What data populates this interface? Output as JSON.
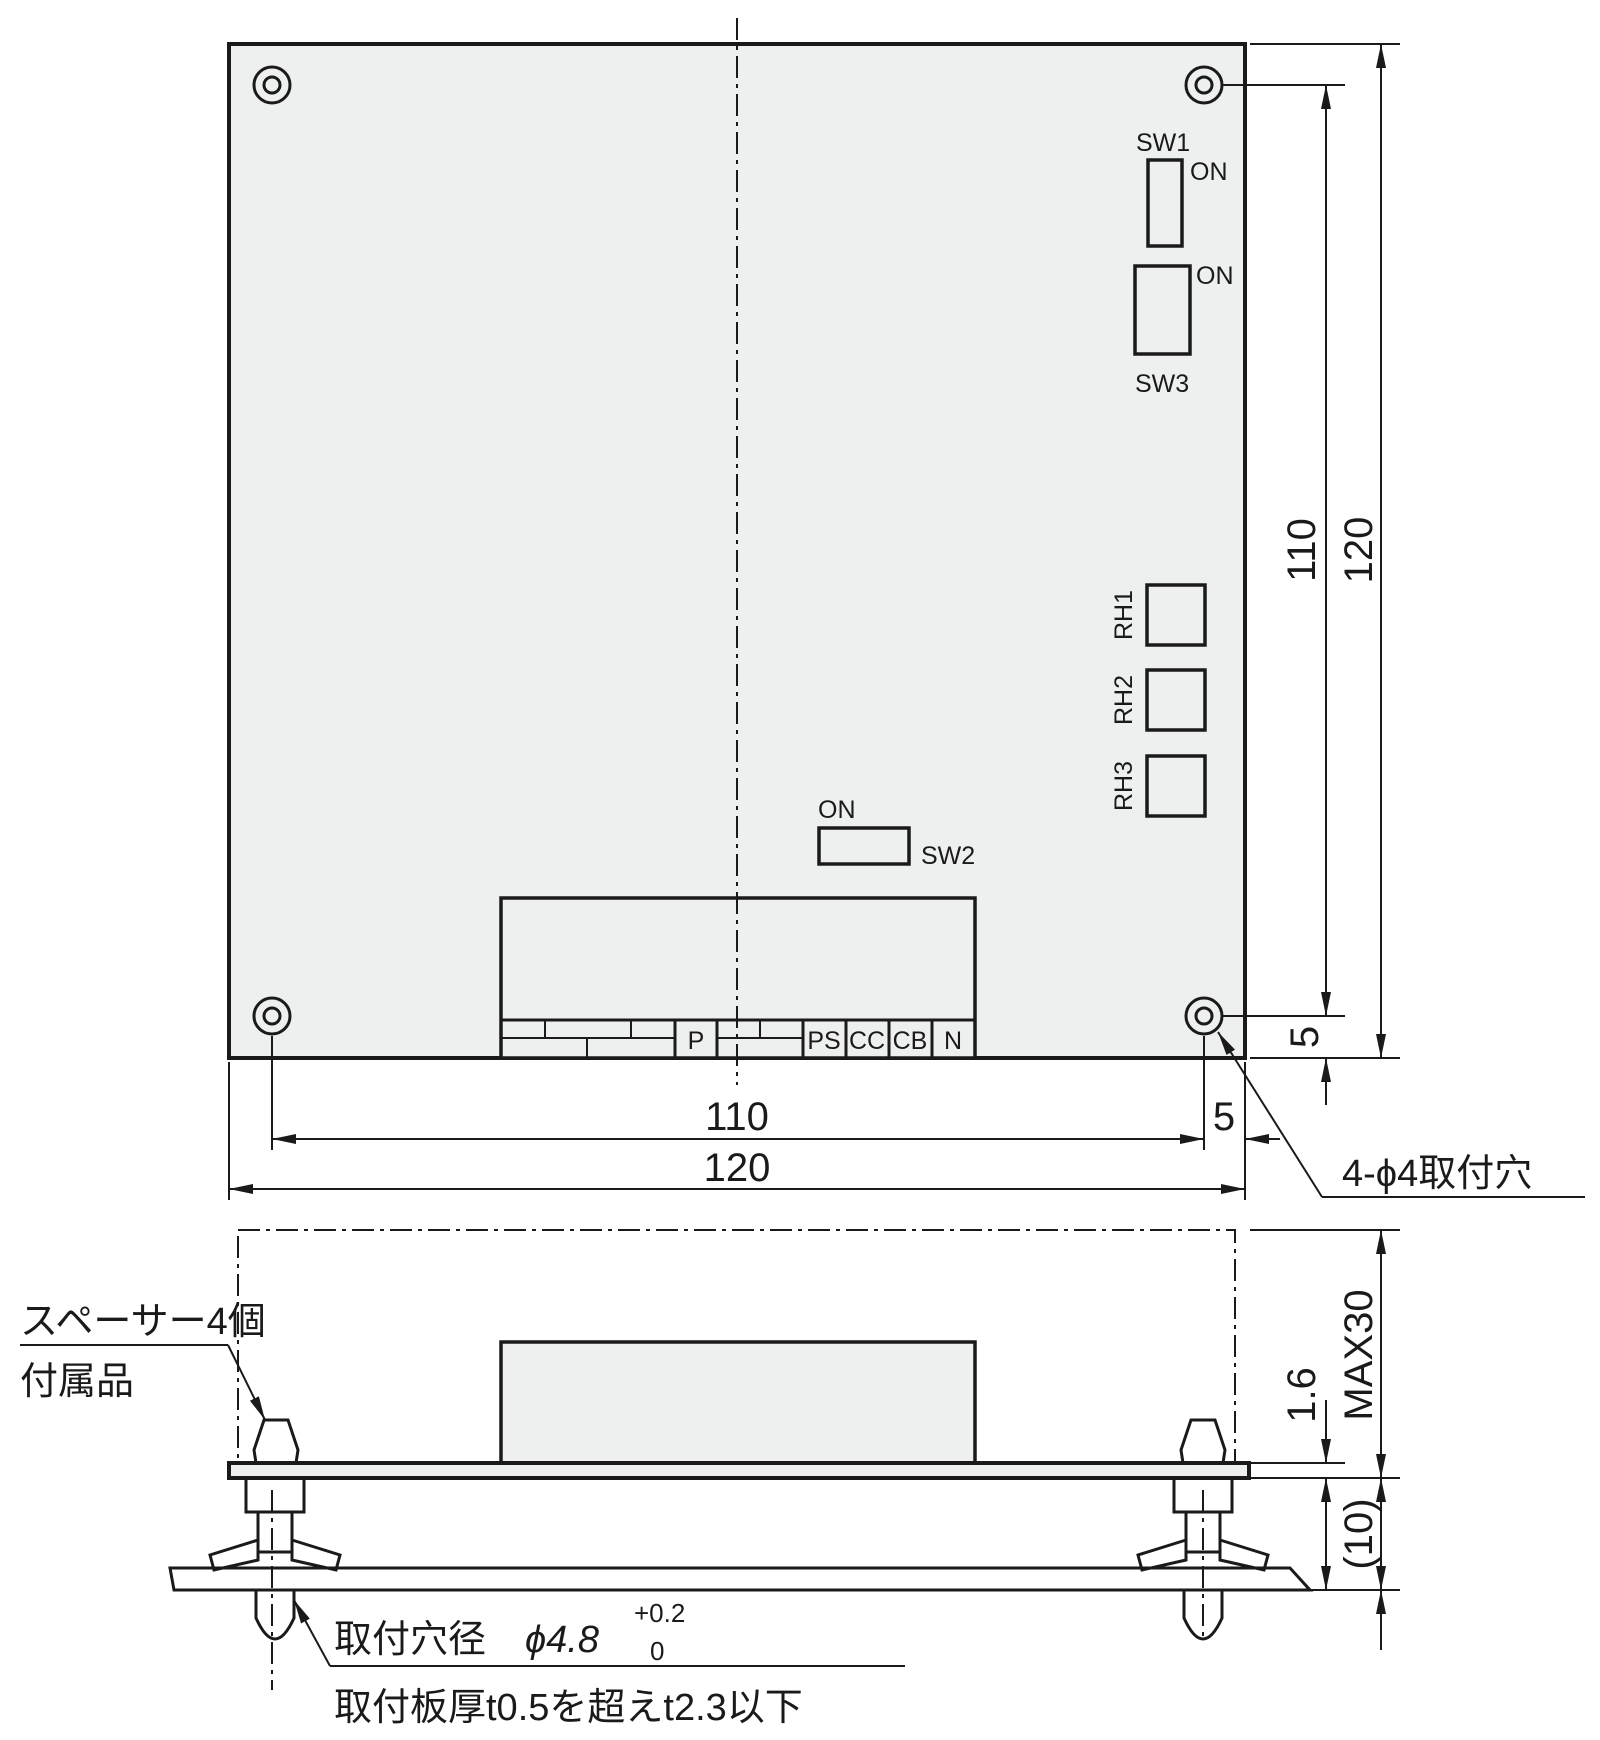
{
  "top_view": {
    "switches": {
      "sw1": "SW1",
      "sw2": "SW2",
      "sw3": "SW3",
      "on_label": "ON"
    },
    "relays": [
      "RH1",
      "RH2",
      "RH3"
    ],
    "terminals": [
      "P",
      "PS",
      "CC",
      "CB",
      "N"
    ],
    "dimensions": {
      "width_total": "120",
      "width_pitch": "110",
      "width_offset": "5",
      "height_total": "120",
      "height_pitch": "110",
      "height_offset": "5"
    },
    "hole_note": "4-ϕ4取付穴"
  },
  "side_view": {
    "spacer_note_line1": "スペーサー4個",
    "spacer_note_line2": "付属品",
    "dim_max_height": "MAX30",
    "dim_board_thickness": "1.6",
    "dim_spacer": "(10)",
    "hole_note_prefix": "取付穴径",
    "hole_diameter": "ϕ4.8",
    "tol_upper": "+0.2",
    "tol_lower": "0",
    "plate_note": "取付板厚t0.5を超えt2.3以下"
  },
  "colors": {
    "line": "#1a1a1a",
    "board_fill": "#eef0ef",
    "background": "#ffffff"
  }
}
